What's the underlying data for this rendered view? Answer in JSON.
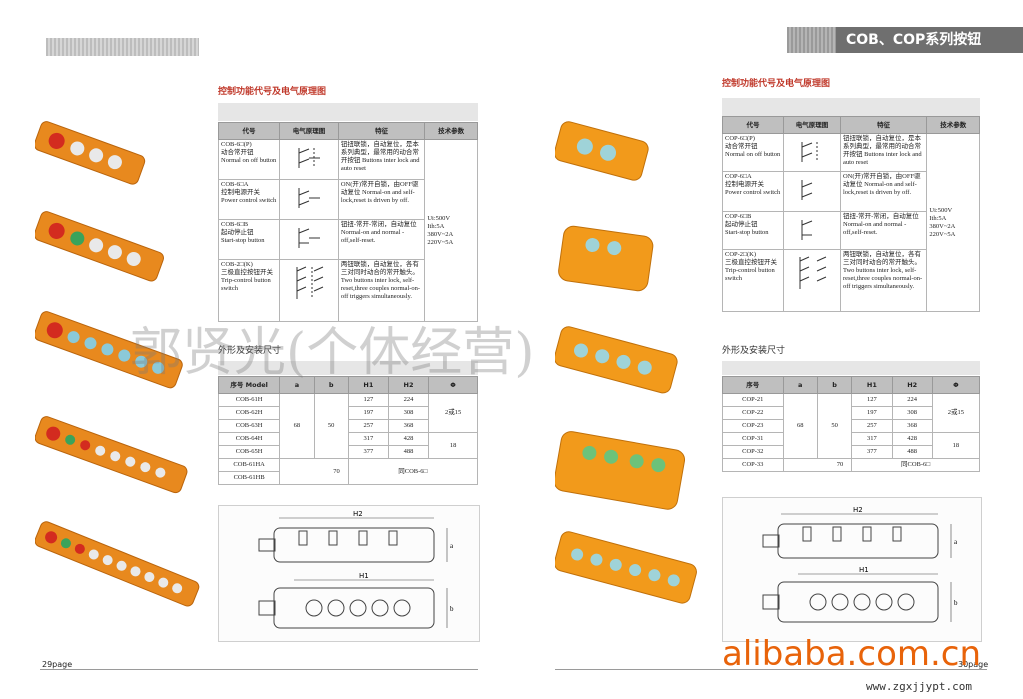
{
  "header": {
    "series_title": "COB、COP系列按钮"
  },
  "left_page": {
    "section_function": "控制功能代号及电气原理图",
    "section_dims": "外形及安装尺寸",
    "func_headers": [
      "代号",
      "电气原理图",
      "特征",
      "技术参数"
    ],
    "func_rows": [
      {
        "code": "COB-6□(P)",
        "cn": "动合常开钮",
        "en": "Normal on off button",
        "feat": "钮扭联锁，自动复位，是本系列典型，最常用的动合常开按钮 Buttons inter lock and auto reset"
      },
      {
        "code": "COB-6□A",
        "cn": "控制电源开关",
        "en": "Power control switch",
        "feat": "ON(开)常开自锁，由OFF驱动复位 Normal-on and self-lock,reset is driven by off."
      },
      {
        "code": "COB-6□B",
        "cn": "起动停止钮",
        "en": "Start-stop button",
        "feat": "钮扭-常开-常闭，自动复位 Normal-on and normal -off,self-reset."
      },
      {
        "code": "COB-2□(K)",
        "cn": "三极直控按钮开关",
        "en": "Trip-control button switch",
        "feat": "两钮联锁，自动复位，各有三对同时动合的常开触头。 Two buttons inter lock, self-reset,three couples normal-on-off triggers simultaneously."
      }
    ],
    "tech_params": [
      "Ui:500V",
      "Ith:5A",
      "380V~2A",
      "220V~5A"
    ],
    "dim_headers": [
      "序号 Model",
      "a",
      "b",
      "H1",
      "H2",
      "Φ"
    ],
    "dim_models": [
      "COB-61H",
      "COB-62H",
      "COB-63H",
      "COB-64H",
      "COB-65H",
      "COB-61HA",
      "COB-61HB"
    ],
    "dim_h1": [
      "127",
      "197",
      "257",
      "317",
      "377"
    ],
    "dim_h2": [
      "224",
      "308",
      "368",
      "428",
      "488"
    ],
    "dim_a": "68",
    "dim_b": "50",
    "dim_b2": "70",
    "dim_phi1": "2或15",
    "dim_phi2": "18",
    "dim_same": "同COB-6□",
    "page_no": "29page"
  },
  "right_page": {
    "section_function": "控制功能代号及电气原理图",
    "section_dims": "外形及安装尺寸",
    "func_headers": [
      "代号",
      "电气原理图",
      "特征",
      "技术参数"
    ],
    "func_rows": [
      {
        "code": "COP-6□(P)",
        "cn": "动合常开钮",
        "en": "Normal on off button",
        "feat": "钮扭联锁，自动复位，是本系列典型，最常用的动合常开按钮 Buttons inter lock and auto reset"
      },
      {
        "code": "COP-6□A",
        "cn": "控制电源开关",
        "en": "Power control switch",
        "feat": "ON(开)常开自锁，由OFF驱动复位 Normal-on and self-lock,reset is driven by off."
      },
      {
        "code": "COP-6□B",
        "cn": "起动停止钮",
        "en": "Start-stop button",
        "feat": "钮扭-常开-常闭，自动复位 Normal-on and normal -off,self-reset."
      },
      {
        "code": "COP-2□(K)",
        "cn": "三极直控按钮开关",
        "en": "Trip-control button switch",
        "feat": "两钮联锁，自动复位，各有三对同时动合的常开触头。 Two buttons inter lock, self-reset,three couples normal-on-off triggers simultaneously."
      }
    ],
    "tech_params": [
      "Ui:500V",
      "Ith:5A",
      "380V~2A",
      "220V~5A"
    ],
    "dim_headers": [
      "序号",
      "a",
      "b",
      "H1",
      "H2",
      "Φ"
    ],
    "dim_models": [
      "COP-21",
      "COP-22",
      "COP-23",
      "COP-31",
      "COP-32",
      "COP-33"
    ],
    "dim_h1": [
      "127",
      "197",
      "257",
      "317",
      "377"
    ],
    "dim_h2": [
      "224",
      "308",
      "368",
      "428",
      "488"
    ],
    "dim_a": "68",
    "dim_b": "50",
    "dim_b2": "70",
    "dim_phi1": "2或15",
    "dim_phi2": "18",
    "dim_same": "同COB-6□",
    "page_no": "30page"
  },
  "drawing_labels": {
    "h2": "H2",
    "h1": "H1",
    "a": "a",
    "b": "b"
  },
  "watermark": "郭贤光(个体经营)",
  "brand": "alibaba.com.cn",
  "site": "www.zgxjjypt.com",
  "colors": {
    "housing": "#e8891e",
    "accent": "#c0392b",
    "header_grey": "#bfbfbf"
  }
}
